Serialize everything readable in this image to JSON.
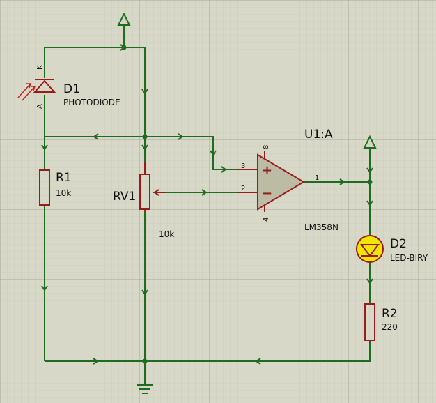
{
  "colors": {
    "background": "#d8d8c8",
    "grid": "#b8b8a8",
    "wire": "#1f6b1f",
    "component": "#9a1b1b",
    "opamp_fill": "#bcbca4",
    "led_fill": "#f2e600"
  },
  "components": {
    "d1": {
      "ref": "D1",
      "value": "PHOTODIODE",
      "pin_k": "K",
      "pin_a": "A"
    },
    "r1": {
      "ref": "R1",
      "value": "10k"
    },
    "rv1": {
      "ref": "RV1",
      "value": "10k"
    },
    "u1": {
      "ref": "U1:A",
      "value": "LM358N",
      "pin_plus": "3",
      "pin_minus": "2",
      "pin_out": "1",
      "pin_vcc": "8",
      "pin_gnd": "4"
    },
    "d2": {
      "ref": "D2",
      "value": "LED-BIRY"
    },
    "r2": {
      "ref": "R2",
      "value": "220"
    }
  },
  "opamp_symbols": {
    "plus": "+",
    "minus": "−"
  }
}
